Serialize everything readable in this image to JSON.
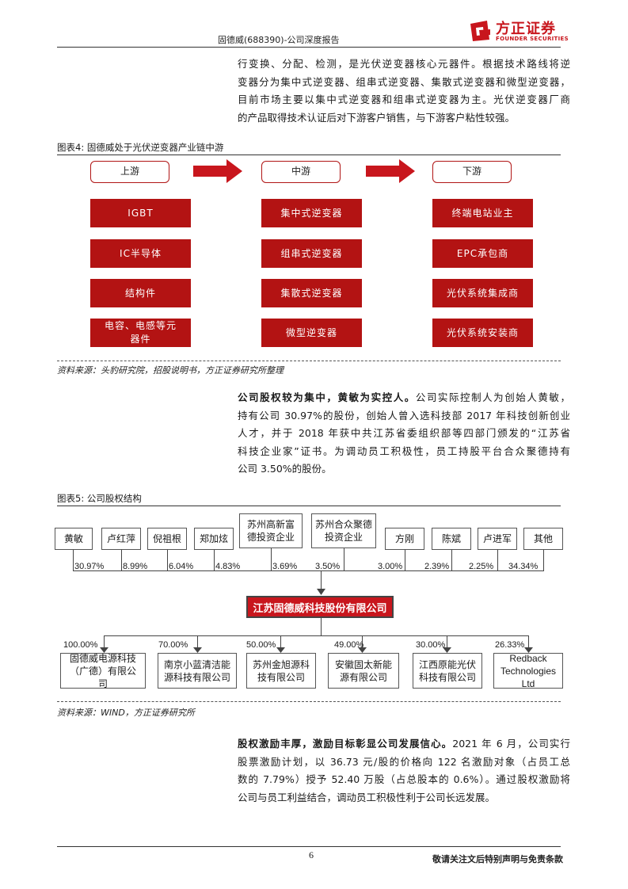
{
  "header": {
    "title": "固德威(688390)-公司深度报告",
    "logo_name": "方正证券",
    "logo_sub": "FOUNDER SECURITIES"
  },
  "paragraph1": {
    "lines": [
      "行变换、分配、检测，是光伏逆变器核心元器件。根据技术路线将逆",
      "变器分为集中式逆变器、组串式逆变器、集散式逆变器和微型逆变器，",
      "目前市场主要以集中式逆变器和组串式逆变器为主。光伏逆变器厂商",
      "的产品取得技术认证后对下游客户销售，与下游客户粘性较强。"
    ]
  },
  "figure4": {
    "title": "图表4:  固德威处于光伏逆变器产业链中游",
    "stages": [
      "上游",
      "中游",
      "下游"
    ],
    "upstream": [
      "IGBT",
      "IC半导体",
      "结构件",
      "电容、电感等元器件"
    ],
    "midstream": [
      "集中式逆变器",
      "组串式逆变器",
      "集散式逆变器",
      "微型逆变器"
    ],
    "downstream": [
      "终端电站业主",
      "EPC承包商",
      "光伏系统集成商",
      "光伏系统安装商"
    ],
    "source": "资料来源：头豹研究院，招股说明书，方正证券研究所整理"
  },
  "paragraph2": {
    "lead": "公司股权较为集中，黄敏为实控人。",
    "lines": [
      "公司实际控制人为创始人黄敏，",
      "持有公司 30.97%的股份，创始人曾入选科技部 2017 年科技创新创业",
      "人才，并于 2018 年获中共江苏省委组织部等四部门颁发的“江苏省",
      "科技企业家”证书。为调动员工积极性，员工持股平台合众聚德持有",
      "公司 3.50%的股份。"
    ]
  },
  "figure5": {
    "title": "图表5:  公司股权结构",
    "shareholders": [
      {
        "name": "黄敏",
        "pct": "30.97%"
      },
      {
        "name": "卢红萍",
        "pct": "8.99%"
      },
      {
        "name": "倪祖根",
        "pct": "6.04%"
      },
      {
        "name": "郑加炫",
        "pct": "4.83%"
      },
      {
        "name": "苏州高新富德投资企业",
        "pct": "3.69%"
      },
      {
        "name": "苏州合众聚德投资企业",
        "pct": "3.50%"
      },
      {
        "name": "方刚",
        "pct": "3.00%"
      },
      {
        "name": "陈斌",
        "pct": "2.39%"
      },
      {
        "name": "卢进军",
        "pct": "2.25%"
      },
      {
        "name": "其他",
        "pct": "34.34%"
      }
    ],
    "company": "江苏固德威科技股份有限公司",
    "subsidiaries": [
      {
        "name": "固德威电源科技（广德）有限公司",
        "pct": "100.00%"
      },
      {
        "name": "南京小蓝清洁能源科技有限公司",
        "pct": "70.00%"
      },
      {
        "name": "苏州金旭源科技有限公司",
        "pct": "50.00%"
      },
      {
        "name": "安徽固太新能源有限公司",
        "pct": "49.00%"
      },
      {
        "name": "江西原能光伏科技有限公司",
        "pct": "30.00%"
      },
      {
        "name": "Redback Technologies Ltd",
        "pct": "26.33%"
      }
    ],
    "source": "资料来源：WIND，方正证券研究所"
  },
  "paragraph3": {
    "lead": "股权激励丰厚，激励目标彰显公司发展信心。",
    "lines": [
      "2021 年 6 月，公司实行",
      "股票激励计划，以 36.73 元/股的价格向 122 名激励对象（占员工总",
      "数的 7.79%）授予 52.40 万股（占总股本的 0.6%）。通过股权激励将",
      "公司与员工利益结合，调动员工积极性利于公司长远发展。"
    ]
  },
  "footer": {
    "page": "6",
    "disclaimer": "敬请关注文后特别声明与免责条款"
  },
  "colors": {
    "brand_red": "#c8161d",
    "box_red": "#b31313"
  }
}
